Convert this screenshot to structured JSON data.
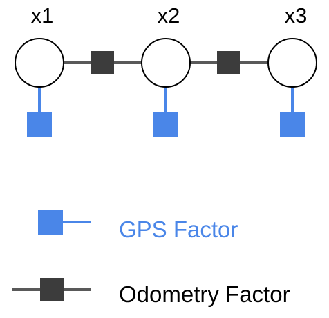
{
  "variables": [
    {
      "label": "x1"
    },
    {
      "label": "x2"
    },
    {
      "label": "x3"
    }
  ],
  "legend": {
    "gps_label": "GPS Factor",
    "odometry_label": "Odometry Factor"
  },
  "colors": {
    "gps": "#4a86e8",
    "odometry": "#3c3c3c",
    "edge": "#595959",
    "node_stroke": "#000000",
    "node_fill": "#ffffff",
    "legend_text_dark": "#000000"
  }
}
